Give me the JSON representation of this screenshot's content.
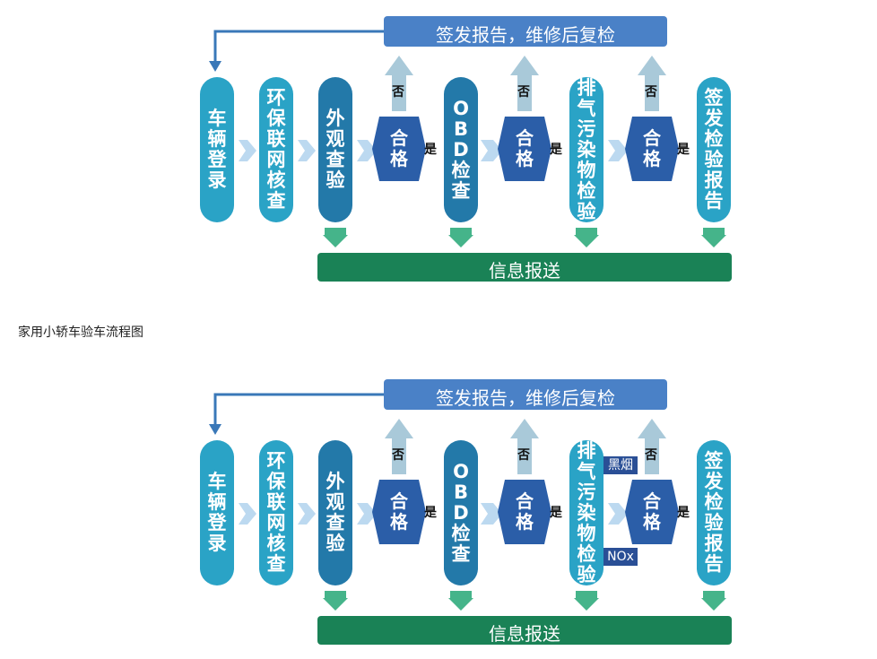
{
  "caption": "家用小轿车验车流程图",
  "colors": {
    "pill_light": "#2aa3c6",
    "pill_dark": "#2379a9",
    "hexagon": "#2b5ea8",
    "banner_blue": "#4a81c7",
    "banner_green": "#1a8256",
    "down_arrow": "#45b48a",
    "up_arrow": "#a9c9d9",
    "chevron": "#bcd9f0"
  },
  "diagrams": [
    {
      "top_banner": "签发报告，维修后复检",
      "bottom_banner": "信息报送",
      "steps": [
        "车辆登录",
        "环保联网核查",
        "外观查验",
        "OBD检查",
        "排气污染物检验",
        "签发检验报告"
      ],
      "check_label": "合格",
      "pass_label": "是",
      "fail_label": "否",
      "tags": []
    },
    {
      "top_banner": "签发报告，维修后复检",
      "bottom_banner": "信息报送",
      "steps": [
        "车辆登录",
        "环保联网核查",
        "外观查验",
        "OBD检查",
        "排气污染物检验",
        "签发检验报告"
      ],
      "check_label": "合格",
      "pass_label": "是",
      "fail_label": "否",
      "tags": [
        "黑烟",
        "NOx"
      ]
    }
  ]
}
